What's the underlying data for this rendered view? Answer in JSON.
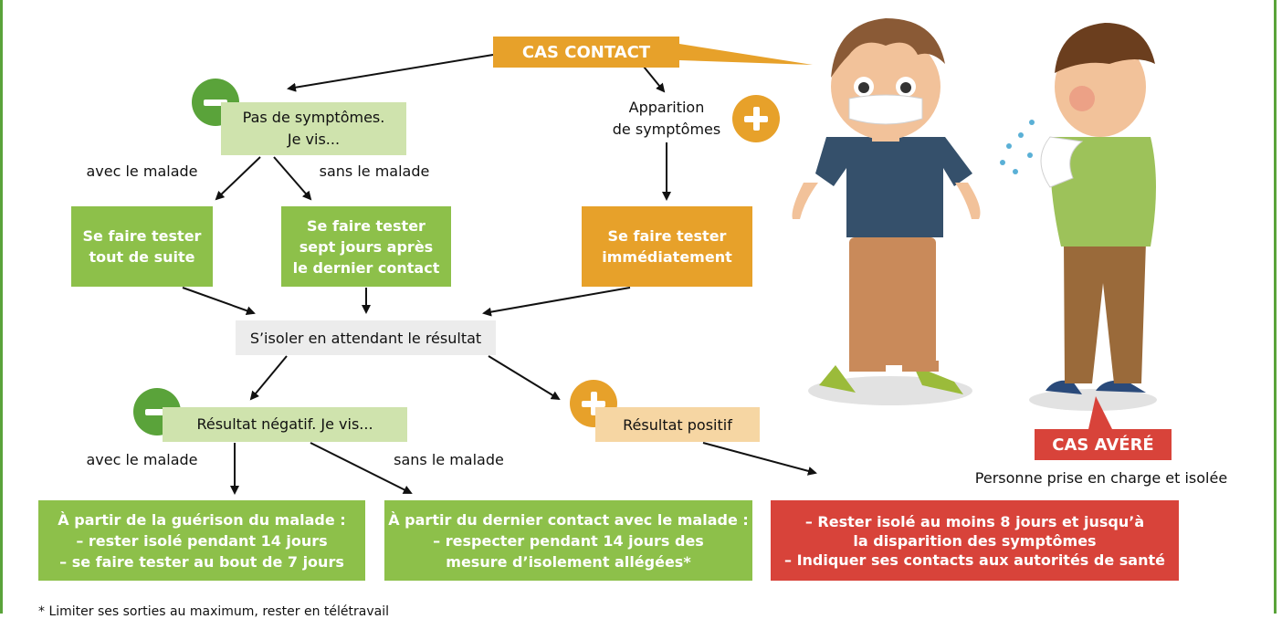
{
  "title": "CAS CONTACT",
  "confirmed_label": "CAS AVÉRÉ",
  "confirmed_caption": "Personne prise en charge et isolée",
  "no_symptoms": "Pas de symptômes.\nJe vis...",
  "symptoms_appear": "Apparition\nde symptômes",
  "with_patient_1": "avec le malade",
  "without_patient_1": "sans le malade",
  "test_now": "Se faire tester\ntout de suite",
  "test_seven_days": "Se faire tester\nsept jours après\nle dernier contact",
  "test_immediately": "Se faire tester\nimmédiatement",
  "isolate_waiting": "S’isoler en attendant le résultat",
  "negative_result": "Résultat négatif. Je vis...",
  "positive_result": "Résultat positif",
  "with_patient_2": "avec le malade",
  "without_patient_2": "sans le malade",
  "outcome_with": "À partir de la guérison du malade :\n– rester isolé pendant 14 jours\n– se faire tester au bout de 7 jours",
  "outcome_without": "À partir du dernier contact avec le malade :\n– respecter pendant 14 jours des\nmesure d’isolement allégées*",
  "outcome_positive": "– Rester isolé au moins 8 jours et jusqu’à\nla disparition des symptômes\n– Indiquer ses contacts aux autorités de santé",
  "footnote": "* Limiter ses sorties au maximum, rester en télétravail",
  "colors": {
    "green": "#8dc04a",
    "dark_green": "#5aa33a",
    "orange": "#e7a12a",
    "red": "#d8433a",
    "light_green": "#cfe3ad",
    "light_orange": "#f6d6a3",
    "grey": "#ececec"
  }
}
